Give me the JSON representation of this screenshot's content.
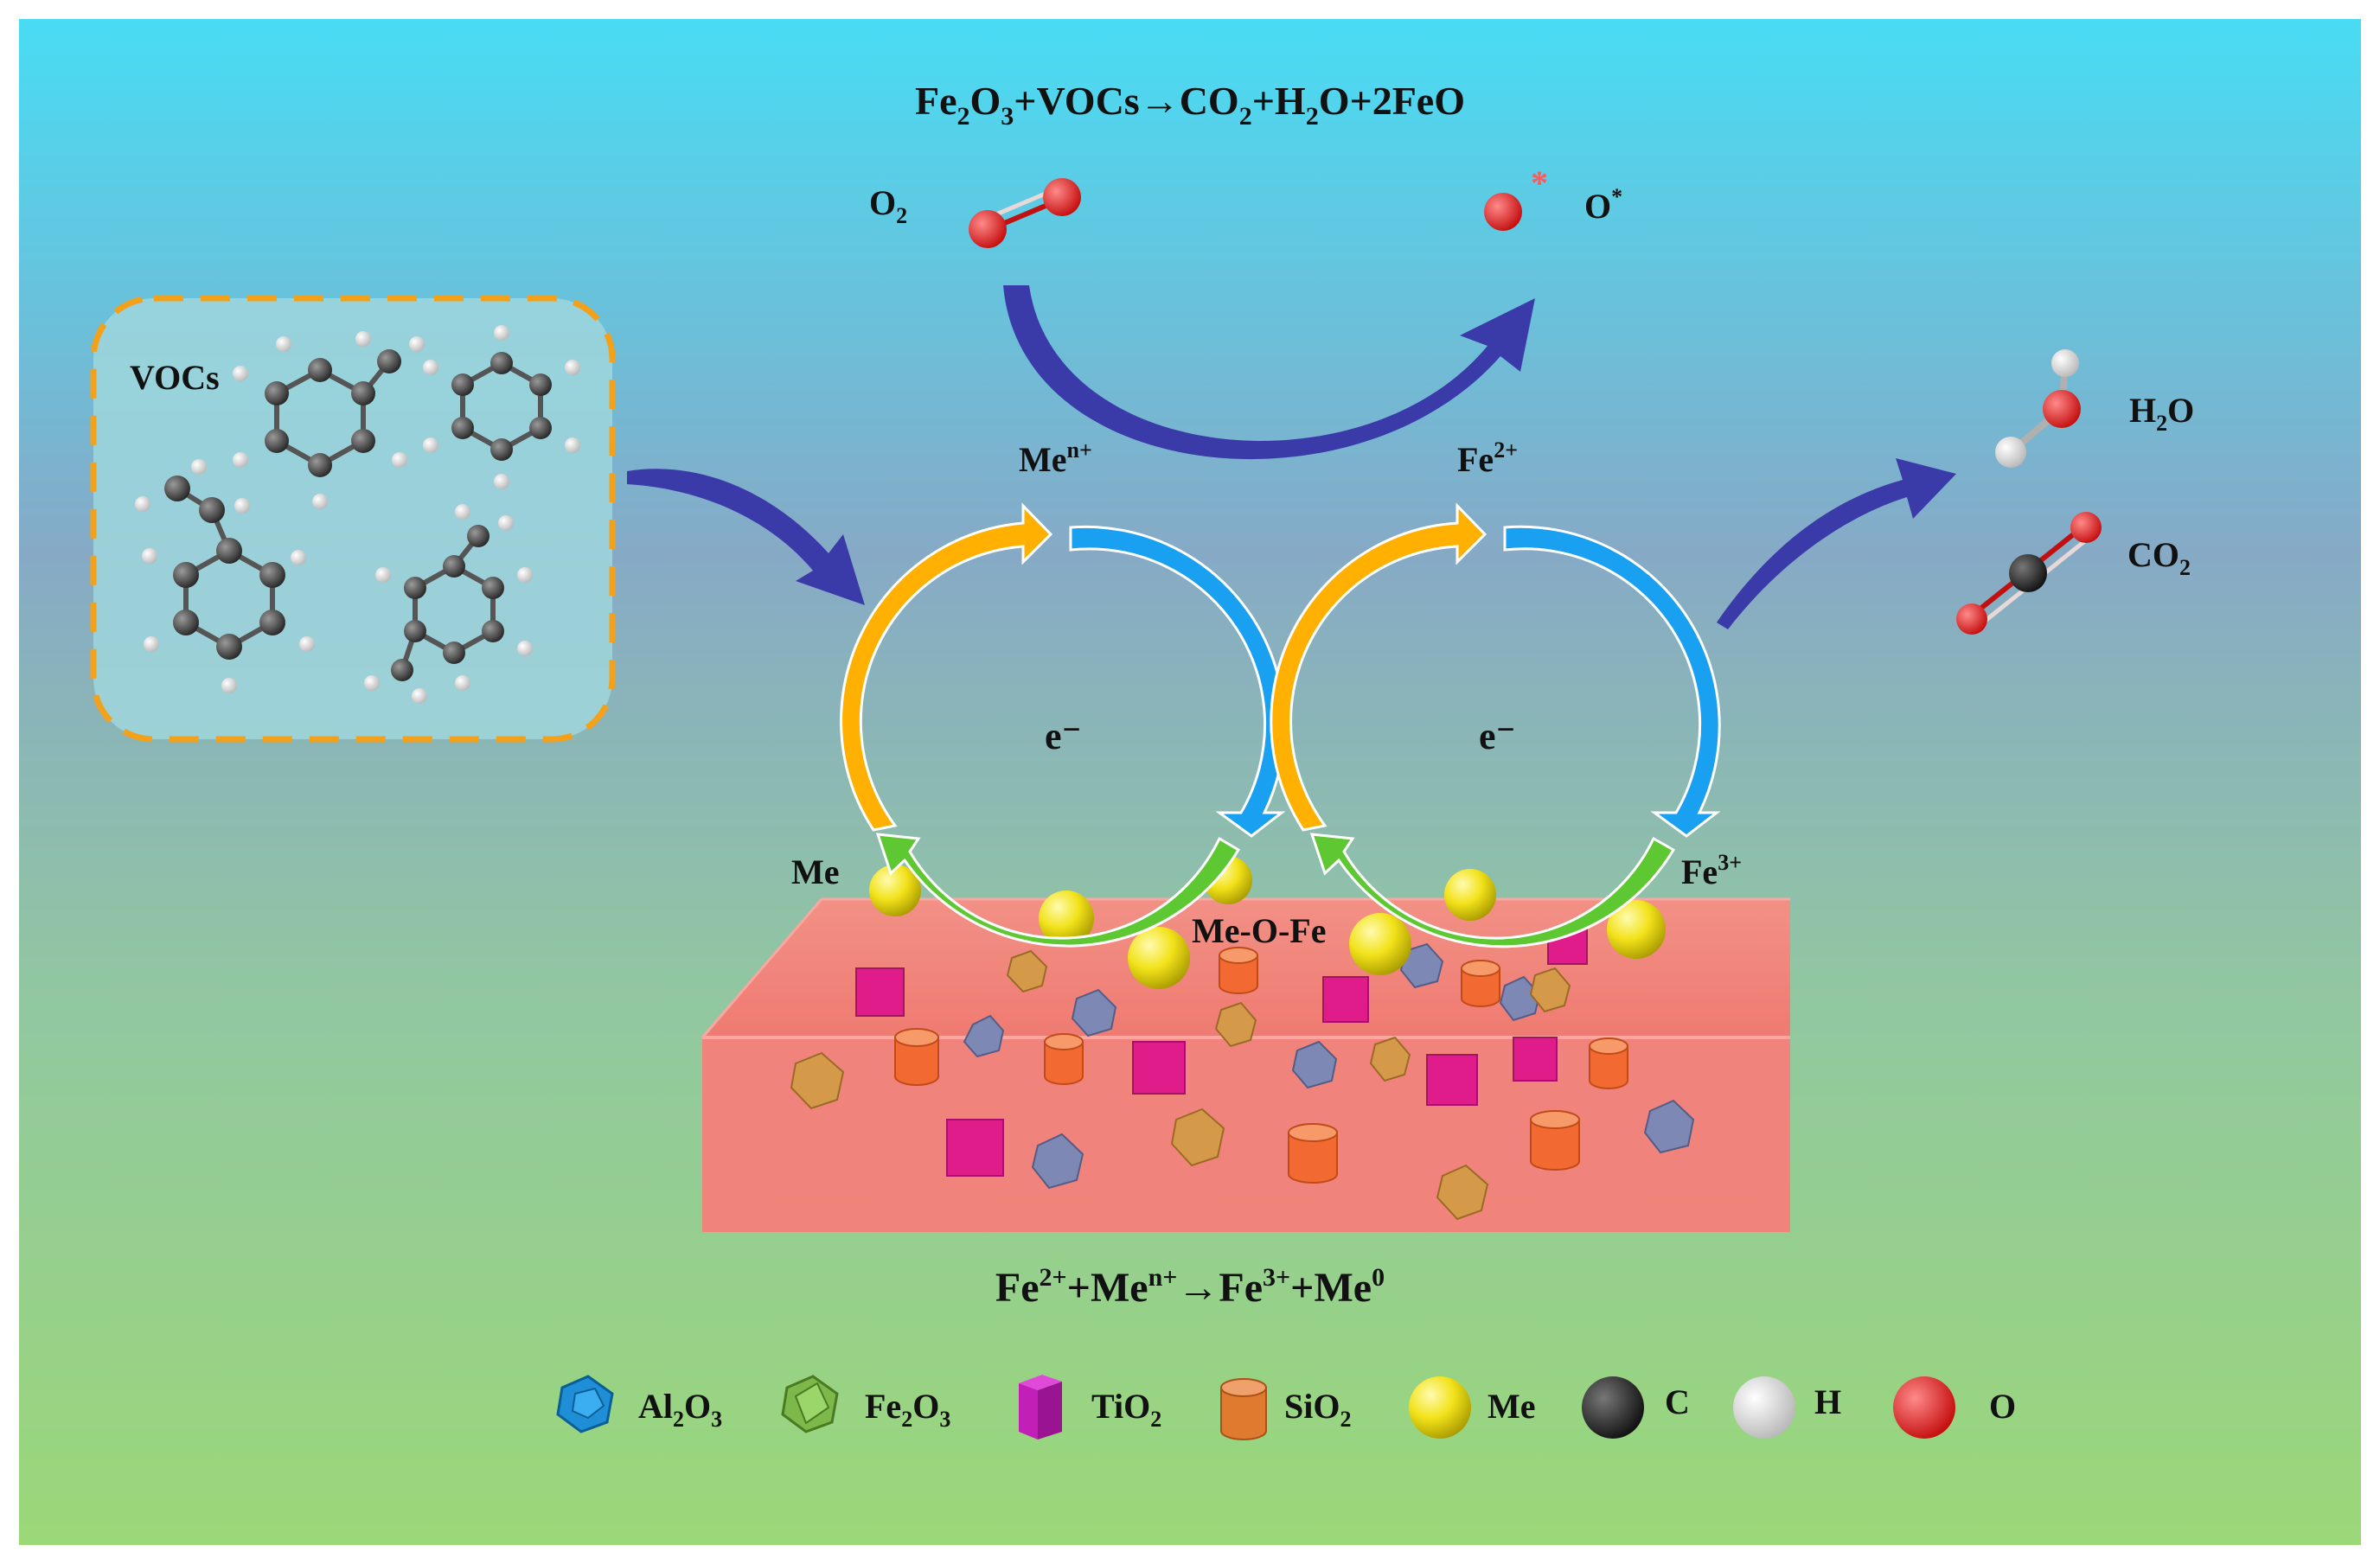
{
  "equations": {
    "top": {
      "p1": "Fe",
      "s1": "2",
      "p2": "O",
      "s2": "3",
      "p3": "+VOCs→CO",
      "s3": "2",
      "p4": "+H",
      "s4": "2",
      "p5": "O+2FeO"
    },
    "bottom": {
      "p1": "Fe",
      "u1": "2+",
      "p2": "+Me",
      "u2": "n+",
      "p3": "→Fe",
      "u3": "3+",
      "p4": "+Me",
      "u4": "0"
    }
  },
  "labels": {
    "vocs": "VOCs",
    "o2": {
      "base": "O",
      "sub": "2"
    },
    "o_star": {
      "base": "O",
      "sup": "*"
    },
    "star_mark": "*",
    "h2o": {
      "p1": "H",
      "sub": "2",
      "p2": "O"
    },
    "co2": {
      "p1": "CO",
      "sub": "2"
    },
    "me_n": {
      "base": "Me",
      "sup": "n+"
    },
    "fe2": {
      "base": "Fe",
      "sup": "2+"
    },
    "fe3": {
      "base": "Fe",
      "sup": "3+"
    },
    "me": "Me",
    "me_o_fe": "Me-O-Fe",
    "electron_left": "e⁻",
    "electron_right": "e⁻"
  },
  "legend": [
    {
      "id": "al2o3",
      "base": "Al",
      "s1": "2",
      "mid": "O",
      "s2": "3",
      "color": "#1e8fd6",
      "icon": "dodecahedron-icon"
    },
    {
      "id": "fe2o3",
      "base": "Fe",
      "s1": "2",
      "mid": "O",
      "s2": "3",
      "color": "#7cb84a",
      "icon": "icosahedron-icon"
    },
    {
      "id": "tio2",
      "base": "Ti",
      "s1": "",
      "mid": "O",
      "s2": "2",
      "color": "#c21fb8",
      "icon": "cube-icon"
    },
    {
      "id": "sio2",
      "base": "Si",
      "s1": "",
      "mid": "O",
      "s2": "2",
      "color": "#e07a2e",
      "icon": "cylinder-icon"
    },
    {
      "id": "me",
      "base": "Me",
      "s1": "",
      "mid": "",
      "s2": "",
      "color": "#f2e21a",
      "icon": "yellow-sphere-icon"
    },
    {
      "id": "c",
      "base": "C",
      "s1": "",
      "mid": "",
      "s2": "",
      "color": "#333333",
      "icon": "black-sphere-icon"
    },
    {
      "id": "h",
      "base": "H",
      "s1": "",
      "mid": "",
      "s2": "",
      "color": "#eeeeee",
      "icon": "white-sphere-icon"
    },
    {
      "id": "o",
      "base": "O",
      "s1": "",
      "mid": "",
      "s2": "",
      "color": "#e02020",
      "icon": "red-sphere-icon"
    }
  ],
  "colors": {
    "bg_top": "#48dcf4",
    "bg_mid": "#86aac6",
    "bg_bottom": "#9ad878",
    "cycle_orange": "#ffb000",
    "cycle_blue": "#1aa0f0",
    "cycle_green": "#5ec832",
    "flow_arrow": "#3a3aa8",
    "slab": "#f47f7a",
    "voc_box_border": "#f3a01a",
    "voc_box_fill": "#9fd6dc"
  }
}
